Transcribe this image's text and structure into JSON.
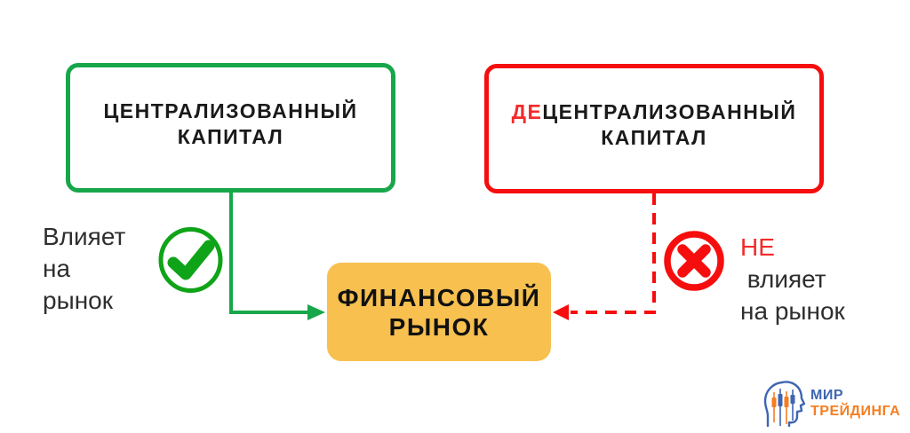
{
  "boxes": {
    "centralized": {
      "title_line1": "ЦЕНТРАЛИЗОВАННЫЙ",
      "title_line2": "КАПИТАЛ",
      "border_color": "#17A74A"
    },
    "decentralized": {
      "prefix": "ДЕ",
      "title_line1_rest": "ЦЕНТРАЛИЗОВАННЫЙ",
      "title_line2": "КАПИТАЛ",
      "border_color": "#F60D0D",
      "prefix_color": "#F42A2A"
    },
    "financial_market": {
      "title_line1": "ФИНАНСОВЫЙ",
      "title_line2": "РЫНОК",
      "bg_color": "#F7C04F"
    }
  },
  "labels": {
    "affects": {
      "line1": "Влияет",
      "line2": "на",
      "line3": "рынок"
    },
    "not_affects": {
      "prefix": "НЕ",
      "line1_rest": " влияет",
      "line2": "на рынок",
      "prefix_color": "#F42A2A"
    }
  },
  "icons": {
    "check": "check-circle-icon",
    "cross": "cross-circle-icon",
    "logo": "head-candlestick-icon"
  },
  "colors": {
    "green": "#17A74A",
    "check_green": "#0FA418",
    "red": "#F60D0D",
    "orange_box": "#F7C04F",
    "dark_text": "#2E2E2E",
    "logo_blue": "#3D66B2",
    "logo_orange": "#F57E22"
  },
  "logo": {
    "line1": "МИР",
    "line2": "ТРЕЙДИНГА"
  }
}
